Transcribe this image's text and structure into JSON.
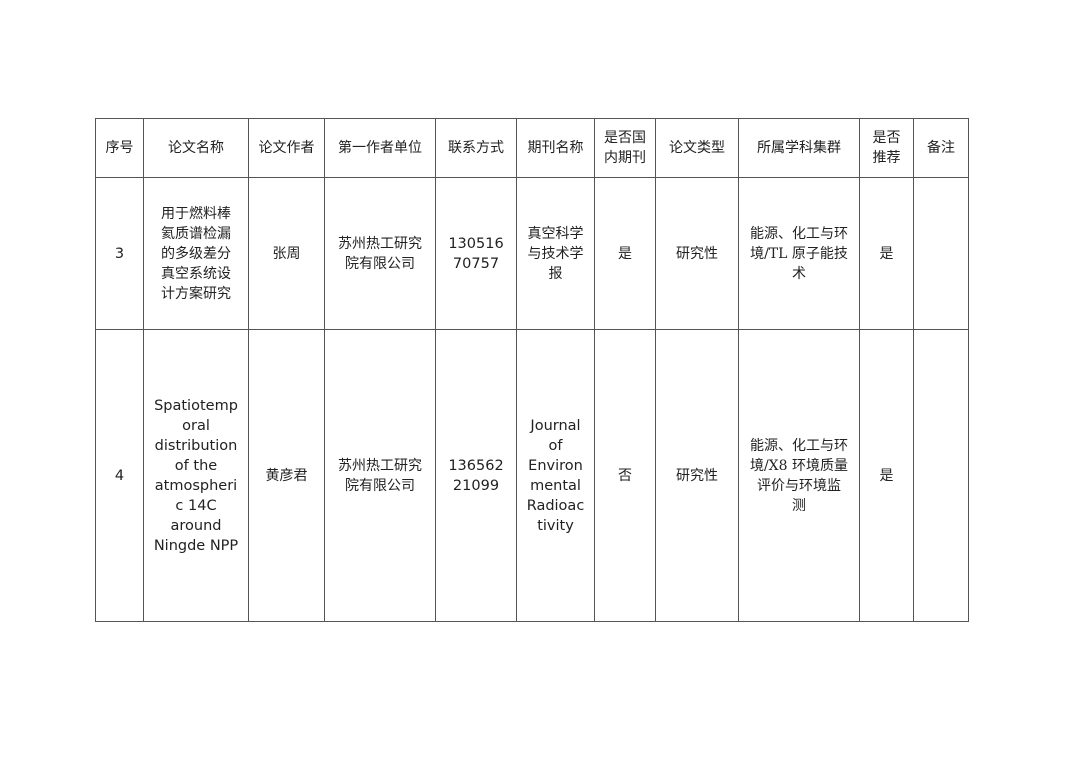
{
  "headers": [
    "序号",
    "论文名称",
    "论文作者",
    "第一作者单位",
    "联系方式",
    "期刊名称",
    "是否国\n内期刊",
    "论文类型",
    "所属学科集群",
    "是否\n推荐",
    "备注"
  ],
  "rows": [
    {
      "no": "3",
      "title": "用于燃料棒\n氦质谱检漏\n的多级差分\n真空系统设\n计方案研究",
      "author": "张周",
      "unit": "苏州热工研究\n院有限公司",
      "contact": "130516\n70757",
      "journal": "真空科学\n与技术学\n报",
      "domestic": "是",
      "type": "研究性",
      "discipline": "能源、化工与环\n境/TL 原子能技\n术",
      "recommend": "是",
      "remark": ""
    },
    {
      "no": "4",
      "title": "Spatiotemp\noral\ndistribution\nof the\natmospheri\nc 14C\naround\nNingde NPP",
      "author": "黄彦君",
      "unit": "苏州热工研究\n院有限公司",
      "contact": "136562\n21099",
      "journal": "Journal\nof\nEnviron\nmental\nRadioac\ntivity",
      "domestic": "否",
      "type": "研究性",
      "discipline": "能源、化工与环\n境/X8 环境质量\n评价与环境监\n测",
      "recommend": "是",
      "remark": ""
    }
  ]
}
